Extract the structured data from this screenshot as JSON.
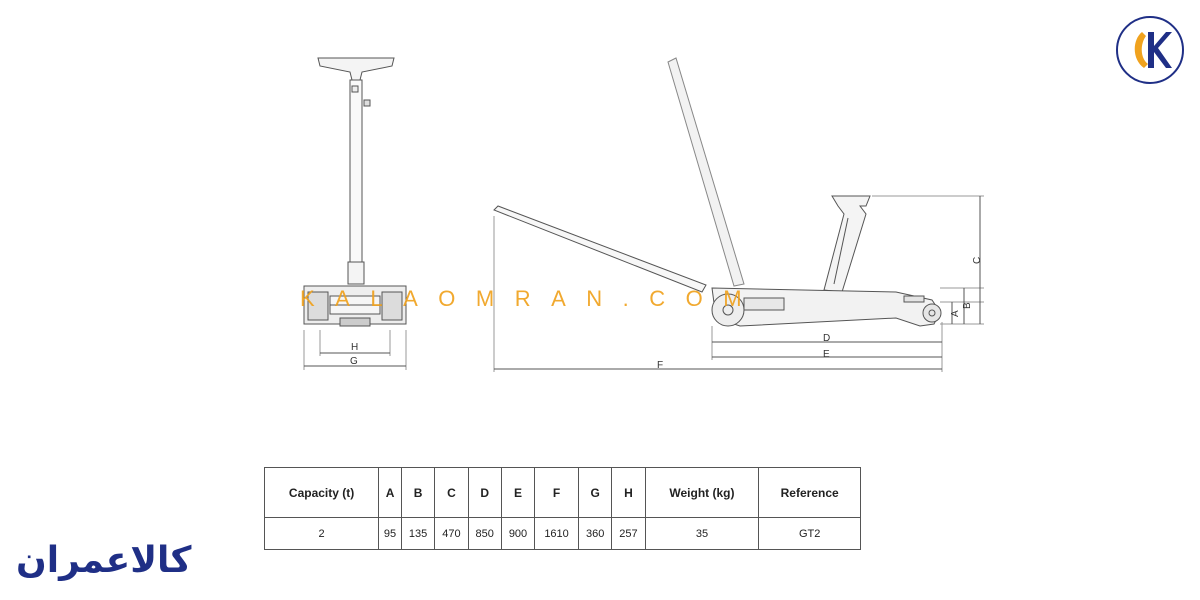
{
  "watermark": "KALAOMRAN.COM",
  "brand": {
    "logo": "kalaomran-circle-logo",
    "wordmark": "کالاعمران"
  },
  "dimensions": {
    "front_view": [
      "H",
      "G"
    ],
    "side_view": [
      "A",
      "B",
      "C",
      "D",
      "E",
      "F"
    ]
  },
  "colors": {
    "watermark": "#f0a21e",
    "brand_blue": "#1f2f86",
    "brand_orange": "#f0a21e"
  },
  "table": {
    "headers": [
      "Capacity (t)",
      "A",
      "B",
      "C",
      "D",
      "E",
      "F",
      "G",
      "H",
      "Weight (kg)",
      "Reference"
    ],
    "rows": [
      [
        "2",
        "95",
        "135",
        "470",
        "850",
        "900",
        "1610",
        "360",
        "257",
        "35",
        "GT2"
      ]
    ]
  }
}
